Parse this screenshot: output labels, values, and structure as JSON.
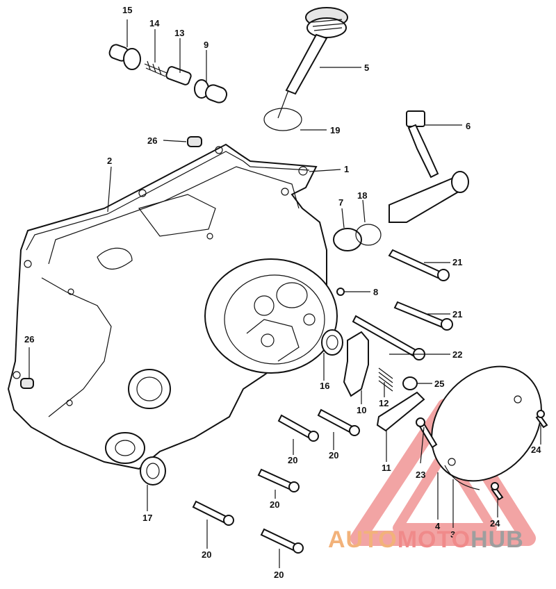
{
  "diagram": {
    "part_labels": [
      {
        "id": "p15",
        "text": "15"
      },
      {
        "id": "p14",
        "text": "14"
      },
      {
        "id": "p13",
        "text": "13"
      },
      {
        "id": "p9",
        "text": "9"
      },
      {
        "id": "p5",
        "text": "5"
      },
      {
        "id": "p19",
        "text": "19"
      },
      {
        "id": "p6",
        "text": "6"
      },
      {
        "id": "p26a",
        "text": "26"
      },
      {
        "id": "p2",
        "text": "2"
      },
      {
        "id": "p1",
        "text": "1"
      },
      {
        "id": "p7",
        "text": "7"
      },
      {
        "id": "p18",
        "text": "18"
      },
      {
        "id": "p21a",
        "text": "21"
      },
      {
        "id": "p8",
        "text": "8"
      },
      {
        "id": "p21b",
        "text": "21"
      },
      {
        "id": "p22",
        "text": "22"
      },
      {
        "id": "p26b",
        "text": "26"
      },
      {
        "id": "p16",
        "text": "16"
      },
      {
        "id": "p10",
        "text": "10"
      },
      {
        "id": "p12",
        "text": "12"
      },
      {
        "id": "p25",
        "text": "25"
      },
      {
        "id": "p20a",
        "text": "20"
      },
      {
        "id": "p20b",
        "text": "20"
      },
      {
        "id": "p11",
        "text": "11"
      },
      {
        "id": "p23",
        "text": "23"
      },
      {
        "id": "p24a",
        "text": "24"
      },
      {
        "id": "p24b",
        "text": "24"
      },
      {
        "id": "p4",
        "text": "4"
      },
      {
        "id": "p3",
        "text": "3"
      },
      {
        "id": "p17",
        "text": "17"
      },
      {
        "id": "p20c",
        "text": "20"
      },
      {
        "id": "p20d",
        "text": "20"
      },
      {
        "id": "p20e",
        "text": "20"
      }
    ]
  },
  "watermark": {
    "part1": "AUTO",
    "part2": "MOTO",
    "part3": "HUB",
    "color1": "#f2b27a",
    "color2": "#f08a8a",
    "color3": "#9e9e9e",
    "triangle_color": "#e85a5a"
  }
}
